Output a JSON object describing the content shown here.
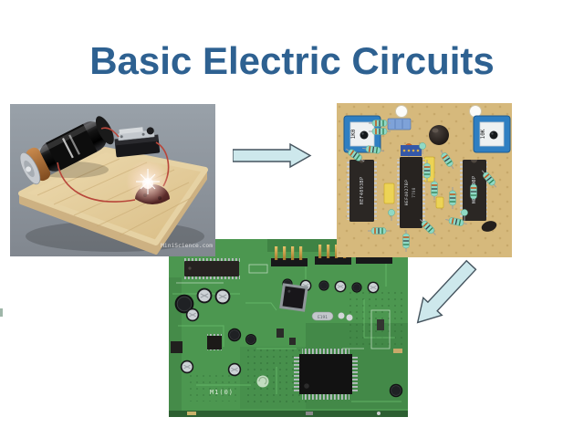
{
  "slide": {
    "title": "Basic Electric Circuits",
    "title_color": "#2e6191",
    "background_color": "#ffffff"
  },
  "photos": {
    "simple_circuit": {
      "watermark": "MiniScience.com"
    },
    "prototype_board": {
      "trimpot_left_label": "1K0",
      "trimpot_right_label": "10K",
      "ic_left_label": "HEF4093BP",
      "ic_middle_label": "HEF4027BP",
      "ic_middle_code": "7708",
      "ic_right_label": "HEF4060BP"
    },
    "motherboard": {
      "crystal_label": "E191",
      "silkscreen_label": "M1(0)"
    }
  },
  "arrows": {
    "fill_color": "#cde8ec",
    "stroke_color": "#45545e"
  }
}
